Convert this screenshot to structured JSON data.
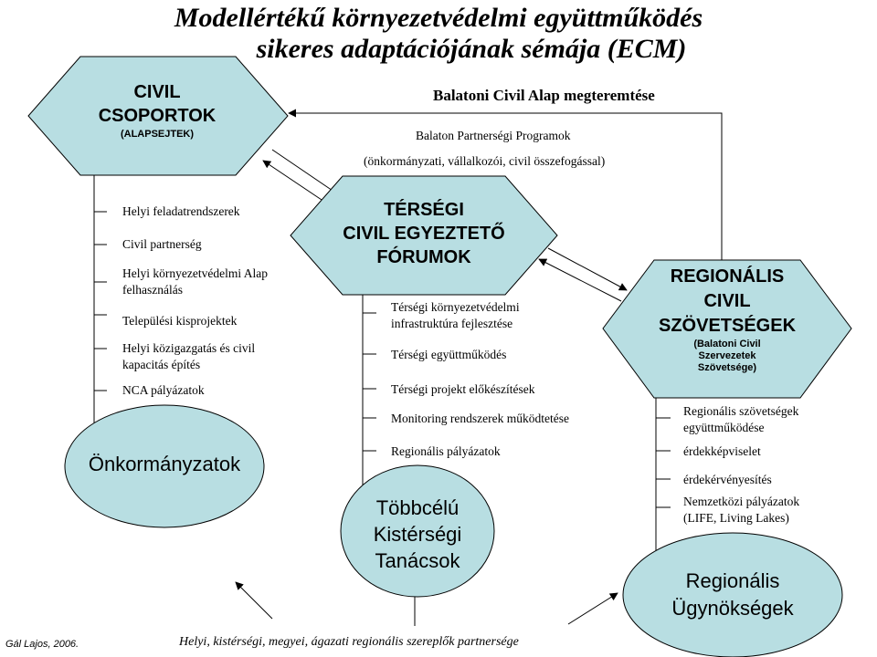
{
  "title": {
    "line1": "Modellértékű környezetvédelmi együttműködés",
    "line2": "sikeres adaptációjának sémája (ECM)"
  },
  "top_arrow_label": "Balatoni Civil Alap megteremtése",
  "partnership": {
    "line1": "Balaton Partnerségi Programok",
    "line2": "(önkormányzati, vállalkozói, civil összefogással)"
  },
  "hex_civil": {
    "line1": "CIVIL",
    "line2": "CSOPORTOK",
    "sub": "(ALAPSEJTEK)"
  },
  "hex_forum": {
    "line1": "TÉRSÉGI",
    "line2": "CIVIL EGYEZTETŐ",
    "line3": "FÓRUMOK"
  },
  "hex_regional": {
    "line1": "REGIONÁLIS",
    "line2": "CIVIL",
    "line3": "SZÖVETSÉGEK",
    "sub1": "(Balatoni Civil",
    "sub2": "Szervezetek",
    "sub3": "Szövetsége)"
  },
  "left_items": [
    [
      "Helyi feladatrendszerek"
    ],
    [
      "Civil partnerség"
    ],
    [
      "Helyi környezetvédelmi Alap",
      "felhasználás"
    ],
    [
      "Települési kisprojektek"
    ],
    [
      "Helyi közigazgatás és civil",
      "kapacitás építés"
    ],
    [
      "NCA pályázatok"
    ]
  ],
  "mid_items": [
    [
      "Térségi környezetvédelmi",
      "infrastruktúra fejlesztése"
    ],
    [
      "Térségi együttműködés"
    ],
    [
      "Térségi projekt előkészítések"
    ],
    [
      "Monitoring rendszerek működtetése"
    ],
    [
      "Regionális pályázatok"
    ]
  ],
  "right_items": [
    [
      "Regionális szövetségek",
      "együttműködése"
    ],
    [
      "érdekképviselet"
    ],
    [
      "érdekérvényesítés"
    ],
    [
      "Nemzetközi pályázatok",
      "(LIFE, Living Lakes)"
    ]
  ],
  "ovals": {
    "left": "Önkormányzatok",
    "mid": [
      "Többcélú",
      "Kistérségi",
      "Tanácsok"
    ],
    "right": [
      "Regionális",
      "Ügynökségek"
    ]
  },
  "credit": "Gál Lajos, 2006.",
  "footer": "Helyi, kistérségi, megyei, ágazati regionális szereplők partnersége",
  "colors": {
    "shape_fill": "#b8dee2",
    "stroke": "#000000"
  }
}
